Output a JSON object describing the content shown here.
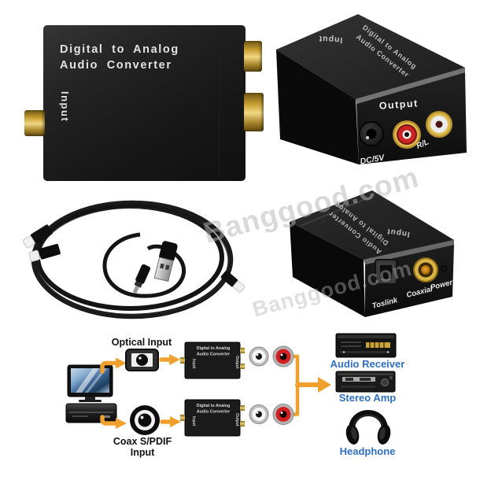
{
  "product": {
    "title_line1": "Digital to Analog",
    "title_line2": "Audio Converter",
    "front_view": {
      "input_label": "Input"
    },
    "rear_view": {
      "top_input_label": "Input",
      "top_title_line1": "Digital to Analog",
      "top_title_line2": "Audio Converter",
      "output_label": "Output",
      "dc_label": "DC/5V",
      "rl_label": "R/L"
    },
    "bottom_view": {
      "top_title_line1": "Digital to Analog",
      "top_title_line2": "Audio Converter",
      "top_input_label": "Input",
      "toslink_label": "Toslink",
      "coaxial_label": "Coaxial",
      "power_label": "Power"
    }
  },
  "diagram": {
    "optical_input_label": "Optical Input",
    "coax_label_line1": "Coax S/PDIF",
    "coax_label_line2": "Input",
    "converter_title_line1": "Digital to Analog",
    "converter_title_line2": "Audio Converter",
    "converter_input_label": "Input",
    "converter_output_label": "Output",
    "audio_receiver_label": "Audio Receiver",
    "stereo_amp_label": "Stereo Amp",
    "headphone_label": "Headphone"
  },
  "watermark": {
    "text": "Banggood.com"
  },
  "colors": {
    "arrow_orange": "#F0A02C",
    "label_blue": "#2E6FC4",
    "gold": "#D4AD42",
    "rca_red": "#D42020",
    "watermark_gray": "#B5B5B5"
  }
}
